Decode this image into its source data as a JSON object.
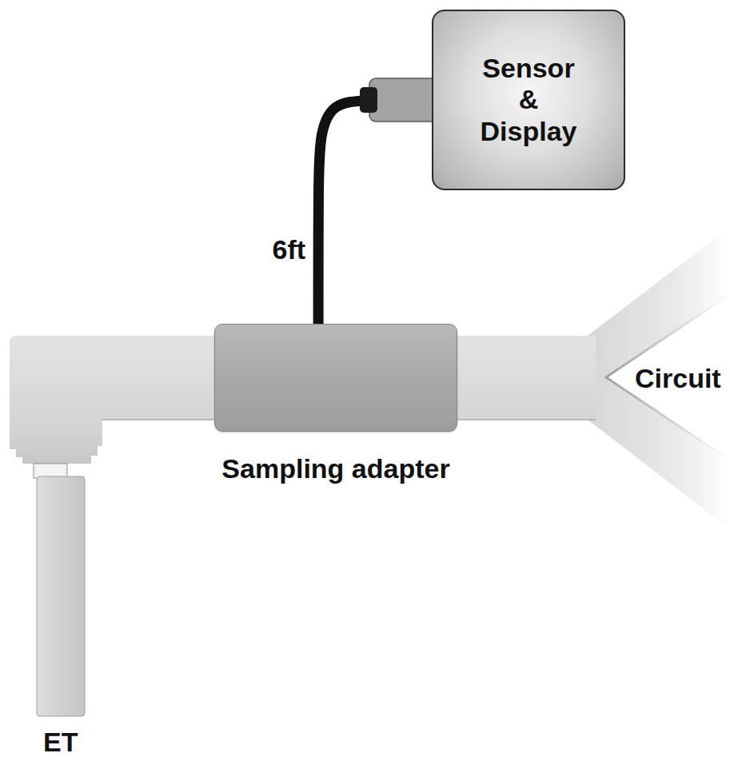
{
  "diagram": {
    "nodes": [
      {
        "text": [
          "Sensor & Display"
        ]
      },
      {
        "text": [
          "Sampling adapter"
        ]
      }
    ],
    "edges": [
      {
        "from": 0,
        "to": 1,
        "arrow": "none",
        "label": "6ft"
      }
    ],
    "labels": [
      "Circuit",
      "ET"
    ]
  }
}
